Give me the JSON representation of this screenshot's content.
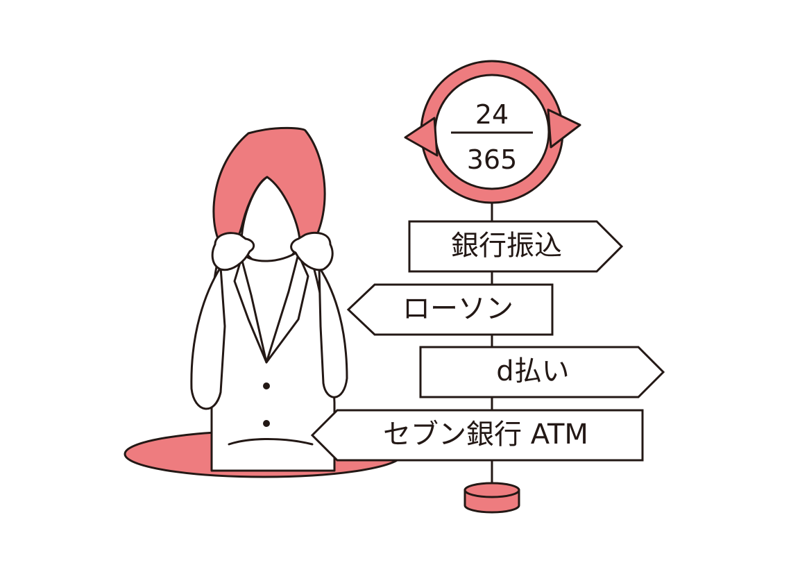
{
  "clock": {
    "top": "24",
    "bottom": "365"
  },
  "signs": [
    {
      "label": "銀行振込",
      "direction": "right"
    },
    {
      "label": "ローソン",
      "direction": "left"
    },
    {
      "label": "d払い",
      "direction": "right"
    },
    {
      "label": "セブン銀行 ATM",
      "direction": "left"
    }
  ],
  "colors": {
    "accent": "#ee7c7f",
    "ink": "#231815",
    "paper": "#ffffff"
  }
}
